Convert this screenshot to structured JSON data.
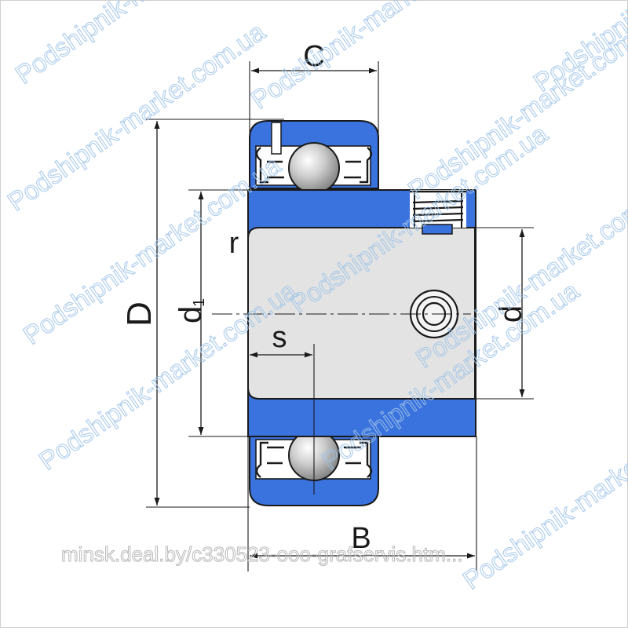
{
  "diagram": {
    "dimensions": {
      "C": "C",
      "D": "D",
      "d1_main": "d",
      "d1_sub": "1",
      "r": "r",
      "s": "s",
      "d": "d",
      "B": "B"
    },
    "watermark": "Podshipnik-market.com.ua",
    "credit": "minsk.deal.by/c330523-ooo-grafservis.htm...",
    "colors": {
      "ring_blue": "#3a72de",
      "housing_grey": "#e3e3e3",
      "ball_grey": "#b5b5b5",
      "line": "#1a1a1a",
      "watermark": "#9fc4e8"
    }
  }
}
